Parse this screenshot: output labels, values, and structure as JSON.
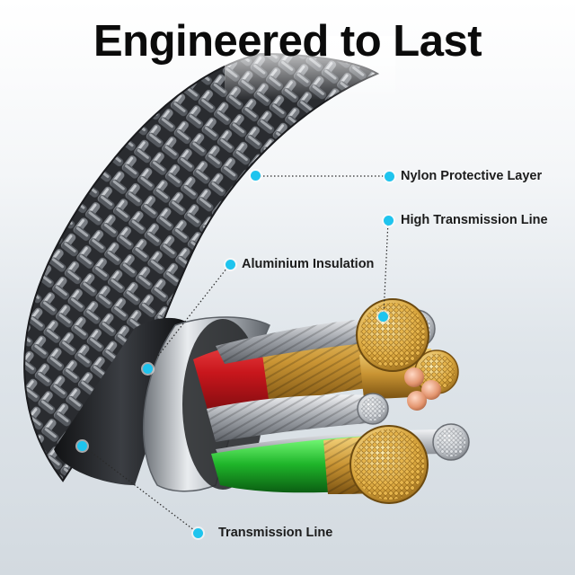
{
  "title": "Engineered to Last",
  "accent_color": "#1fc4ee",
  "labels": {
    "nylon": "Nylon Protective Layer",
    "high_transmission": "High Transmission Line",
    "aluminium": "Aluminium Insulation",
    "transmission": "Transmission Line"
  },
  "illustration": "braided-cable-cross-section"
}
